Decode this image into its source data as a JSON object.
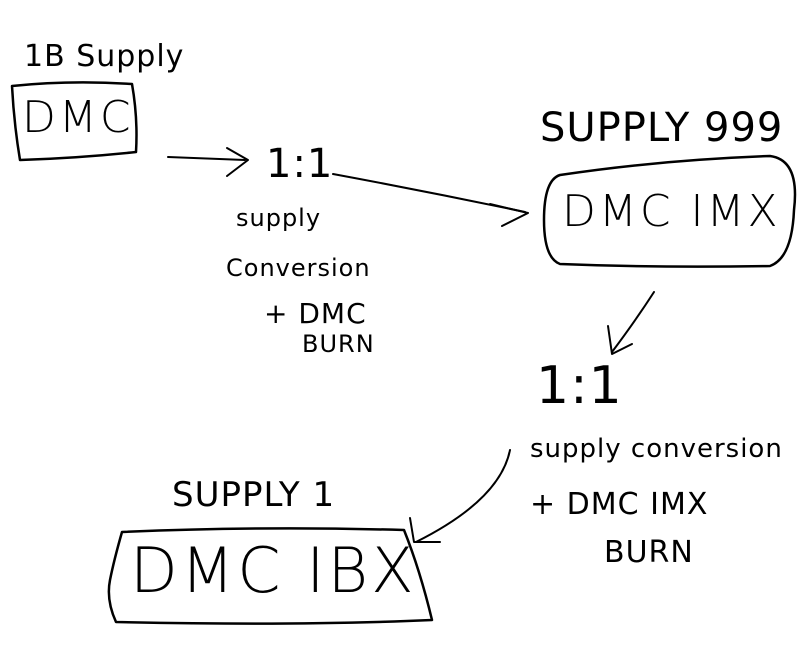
{
  "diagram": {
    "nodes": {
      "dmc": {
        "heading": "1B Supply",
        "label": "DMC"
      },
      "dmc_imx": {
        "heading": "SUPPLY 999",
        "label": "DMC IMX"
      },
      "dmc_ibx": {
        "heading": "SUPPLY 1",
        "label": "DMC IBX"
      }
    },
    "edges": {
      "first": {
        "ratio": "1:1",
        "note_lines": [
          "supply",
          "Conversion",
          "+ DMC",
          "BURN"
        ]
      },
      "second": {
        "ratio": "1:1",
        "note_lines": [
          "supply conversion",
          "+ DMC IMX",
          "BURN"
        ]
      }
    }
  }
}
